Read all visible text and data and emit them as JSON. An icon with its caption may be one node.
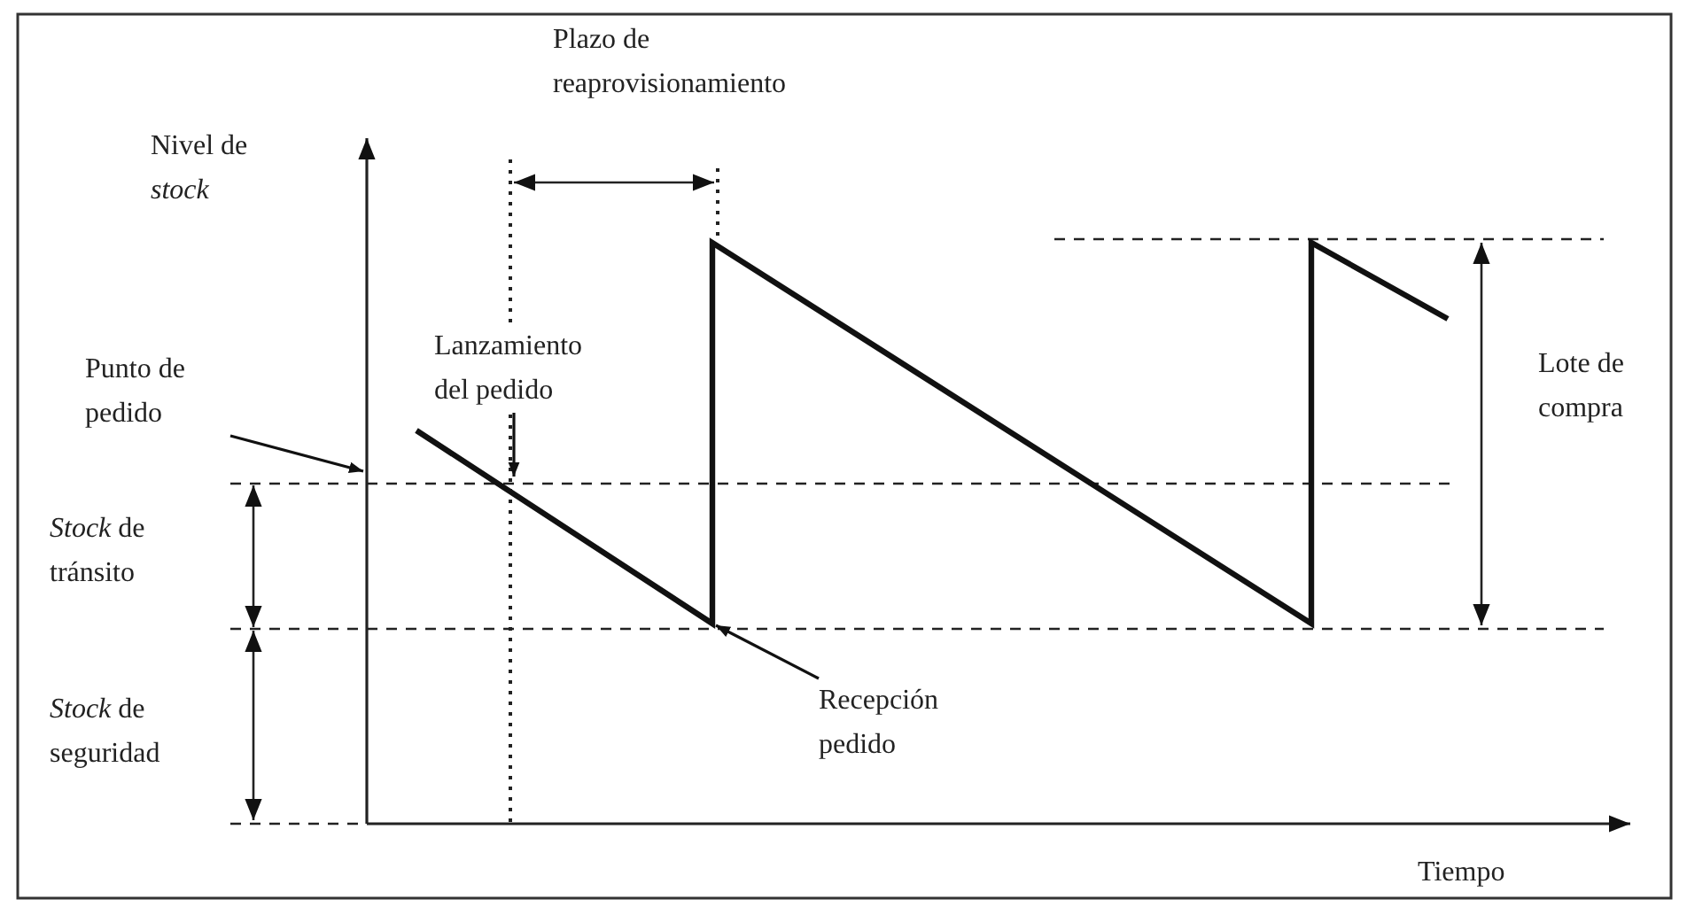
{
  "diagram": {
    "nodes": [
      {
        "text": [
          "Punto de pedido"
        ]
      },
      {
        "text": [
          "Lanzamiento del pedido"
        ]
      },
      {
        "text": [
          "Recepción pedido"
        ]
      }
    ],
    "edges": [
      {
        "from": 0,
        "to": null,
        "arrow": "to"
      },
      {
        "from": 1,
        "to": null,
        "arrow": "to"
      },
      {
        "from": 2,
        "to": null,
        "arrow": "to"
      }
    ],
    "labels": [
      "Plazo de reaprovisionamiento",
      "Nivel de *stock*",
      "Lote de compra",
      "*Stock* de tránsito",
      "*Stock* de seguridad",
      "Tiempo"
    ]
  }
}
